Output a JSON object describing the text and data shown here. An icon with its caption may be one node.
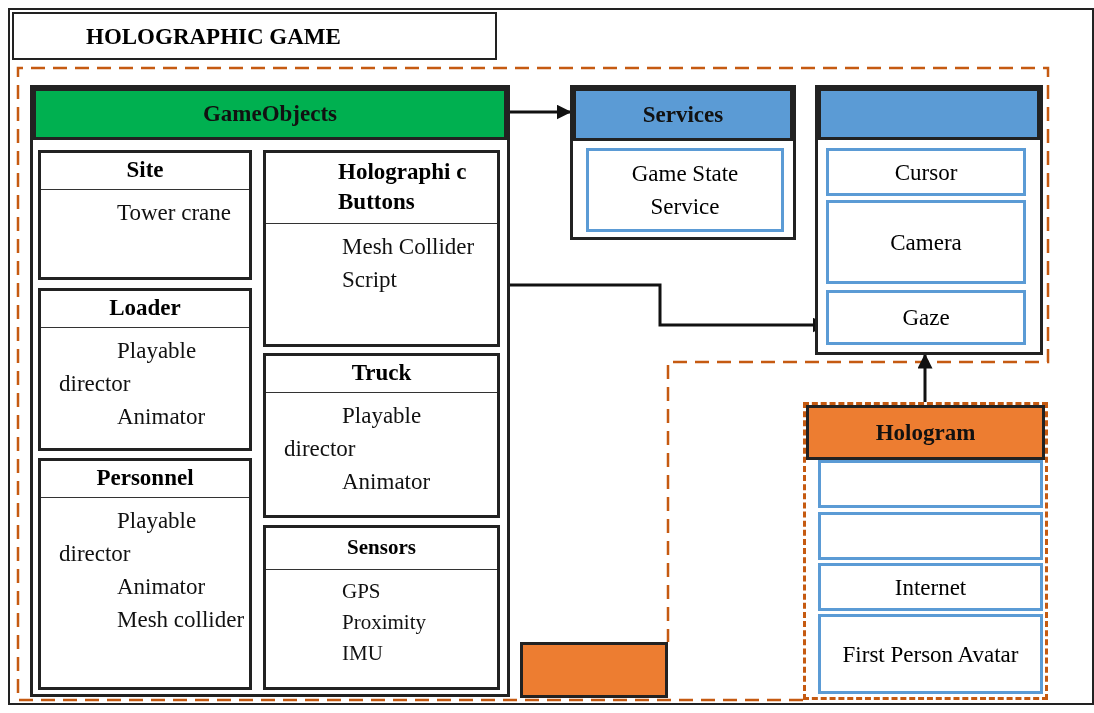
{
  "diagram": {
    "nodes": [
      {
        "text": [
          "HOLOGRAPHIC GAME"
        ]
      },
      {
        "text": [
          "GameObjects"
        ],
        "in": 0
      },
      {
        "text": [
          "Site",
          "Tower crane"
        ],
        "in": 1
      },
      {
        "text": [
          "Loader",
          "Playable director",
          "Animator"
        ],
        "in": 1
      },
      {
        "text": [
          "Personnel",
          "Playable director",
          "Animator",
          "Mesh collider"
        ],
        "in": 1
      },
      {
        "text": [
          "Holographi c Buttons",
          "Mesh Collider",
          "Script"
        ],
        "in": 1
      },
      {
        "text": [
          "Truck",
          "Playable director",
          "Animator"
        ],
        "in": 1
      },
      {
        "text": [
          "Sensors",
          "GPS",
          "Proximity",
          "IMU"
        ],
        "in": 1
      },
      {
        "text": [
          "Services"
        ],
        "in": 0
      },
      {
        "text": [
          "Game State Service"
        ],
        "in": 8
      },
      {
        "text": [],
        "shape": "box",
        "in": 0
      },
      {
        "text": [
          "Cursor"
        ],
        "in": 10
      },
      {
        "text": [
          "Camera"
        ],
        "in": 10
      },
      {
        "text": [
          "Gaze"
        ],
        "in": 10
      },
      {
        "text": [
          "Hologram"
        ],
        "in": 0
      },
      {
        "text": [],
        "shape": "box",
        "in": 14
      },
      {
        "text": [],
        "shape": "box",
        "in": 14
      },
      {
        "text": [
          "Internet"
        ],
        "in": 14
      },
      {
        "text": [
          "First Person Avatar"
        ],
        "in": 14
      },
      {
        "text": [],
        "shape": "box",
        "in": 0
      }
    ],
    "edges": [
      {
        "from": 1,
        "to": 8,
        "arrow": "to"
      },
      {
        "from": 5,
        "to": 13,
        "arrow": "to"
      },
      {
        "from": 14,
        "to": 10,
        "arrow": "to"
      }
    ]
  }
}
